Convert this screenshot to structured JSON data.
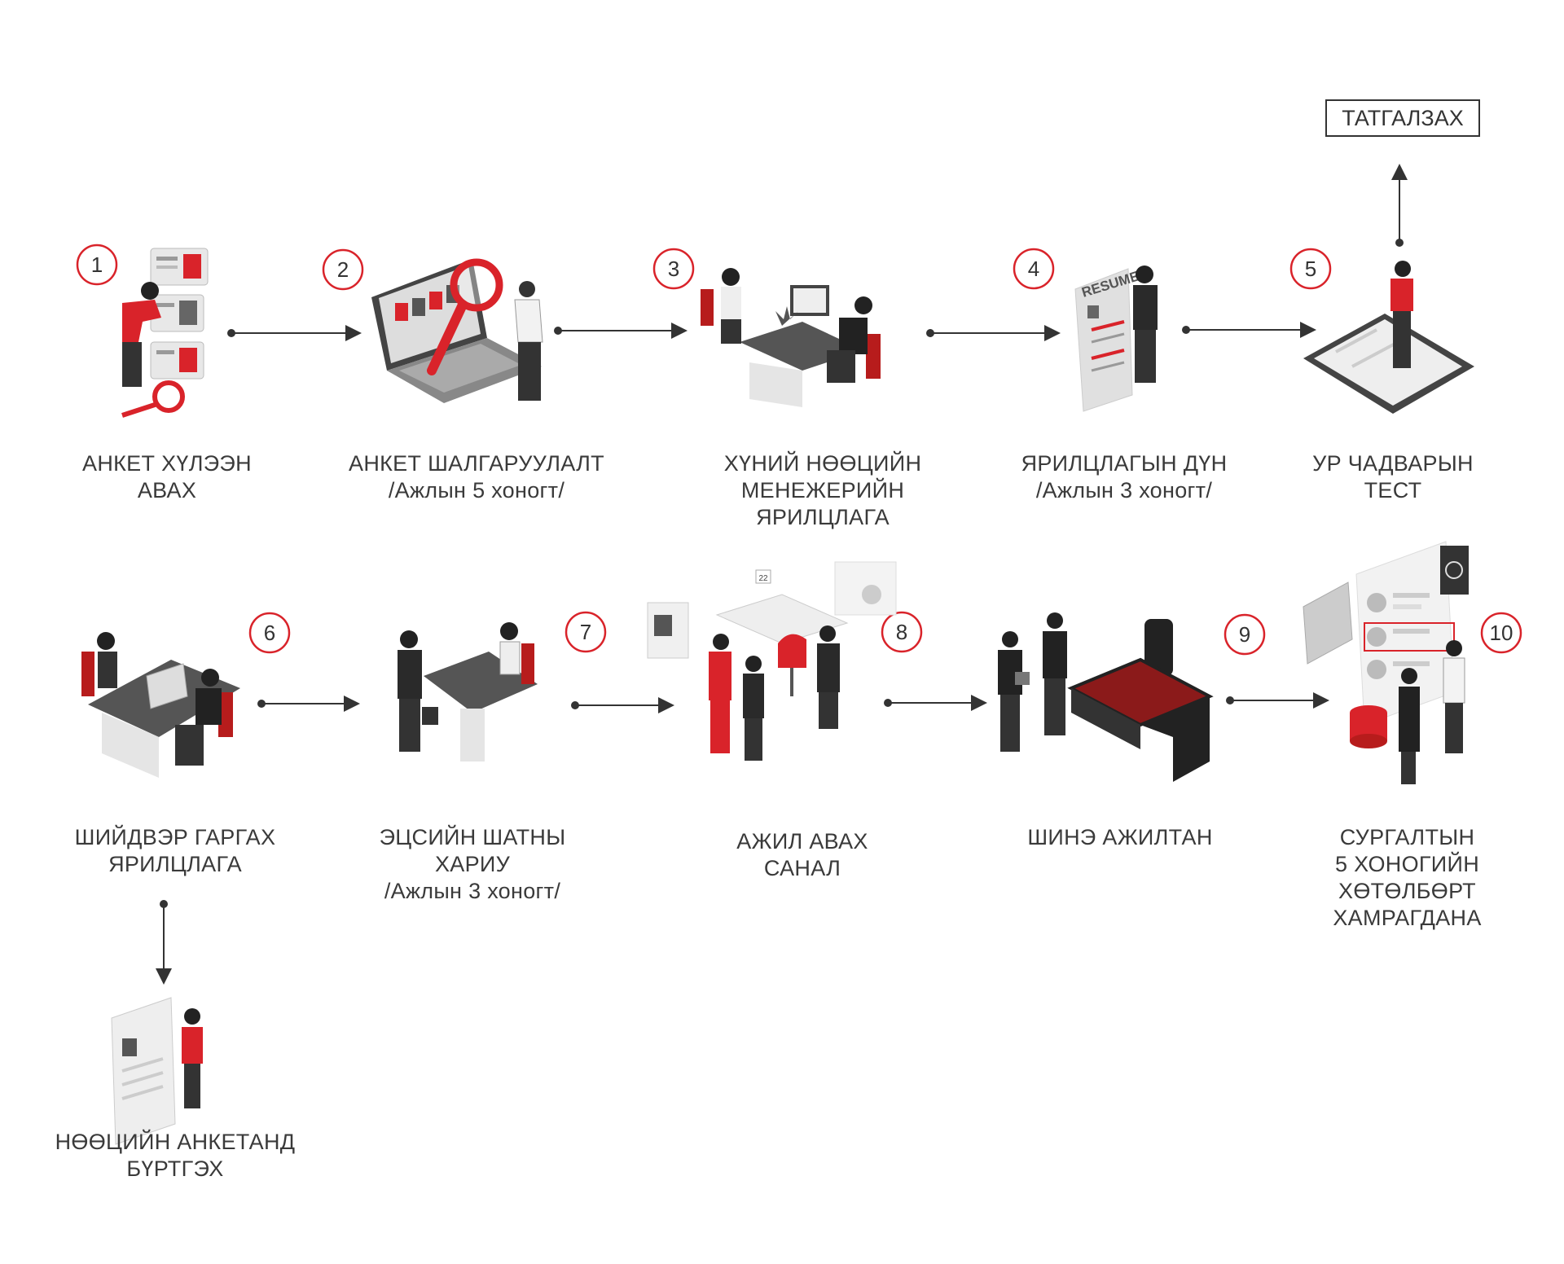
{
  "reject_label": "ТАТГАЛЗАХ",
  "colors": {
    "accent": "#d9232a",
    "ink": "#333333",
    "gray": "#bfbfbf"
  },
  "steps": [
    {
      "number": "1",
      "lines": [
        "АНКЕТ ХҮЛЭЭН",
        "АВАХ"
      ]
    },
    {
      "number": "2",
      "lines": [
        "АНКЕТ ШАЛГАРУУЛАЛТ",
        "/Ажлын 5 хоногт/"
      ]
    },
    {
      "number": "3",
      "lines": [
        "ХҮНИЙ НӨӨЦИЙН",
        "МЕНЕЖЕРИЙН",
        "ЯРИЛЦЛАГА"
      ]
    },
    {
      "number": "4",
      "lines": [
        "ЯРИЛЦЛАГЫН ДҮН",
        "/Ажлын 3 хоногт/"
      ]
    },
    {
      "number": "5",
      "lines": [
        "УР ЧАДВАРЫН",
        "ТЕСТ"
      ]
    },
    {
      "number": "6",
      "lines": [
        "ШИЙДВЭР ГАРГАХ",
        "ЯРИЛЦЛАГА"
      ]
    },
    {
      "number": "7",
      "lines": [
        "ЭЦСИЙН ШАТНЫ",
        "ХАРИУ",
        "/Ажлын 3 хоногт/"
      ]
    },
    {
      "number": "8",
      "lines": [
        "АЖИЛ АВАХ",
        "САНАЛ"
      ]
    },
    {
      "number": "9",
      "lines": [
        "ШИНЭ АЖИЛТАН"
      ]
    },
    {
      "number": "10",
      "lines": [
        "СУРГАЛТЫН",
        "5 ХОНОГИЙН",
        "ХӨТӨЛБӨРТ",
        "ХАМРАГДАНА"
      ]
    }
  ],
  "resume_text": "RESUME",
  "calendar_text": "22",
  "side_branch": {
    "lines": [
      "НӨӨЦИЙН АНКЕТАНД",
      "БҮРТГЭХ"
    ]
  }
}
